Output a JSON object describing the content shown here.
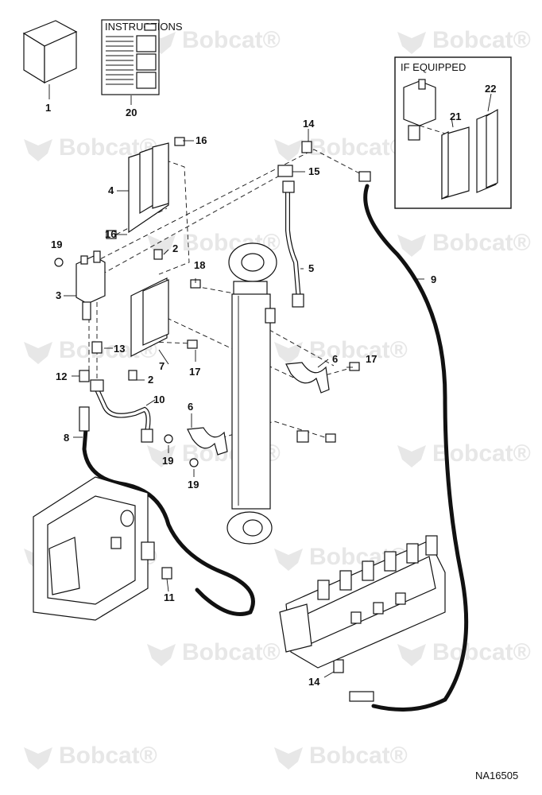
{
  "watermark": {
    "text": "Bobcat",
    "registered_mark": "®"
  },
  "instructions_sheet": {
    "title": "INSTRUCTIONS"
  },
  "inset": {
    "title": "IF EQUIPPED"
  },
  "callouts": [
    "1",
    "2",
    "3",
    "4",
    "5",
    "6",
    "7",
    "8",
    "9",
    "10",
    "11",
    "12",
    "13",
    "14",
    "15",
    "16",
    "17",
    "18",
    "19",
    "20",
    "21",
    "22"
  ],
  "figure_code": "NA16505"
}
